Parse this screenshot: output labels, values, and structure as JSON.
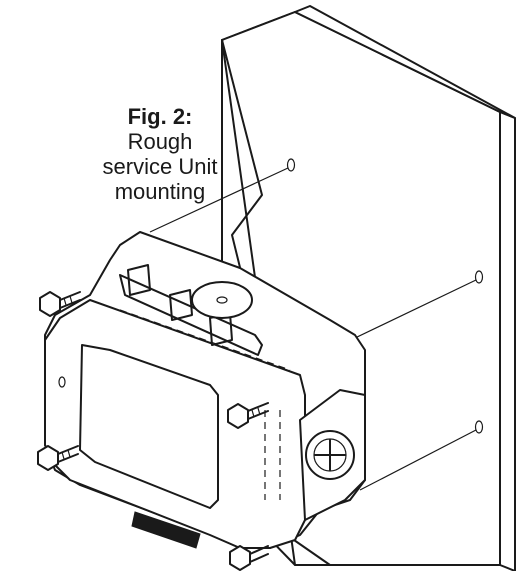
{
  "figure": {
    "caption_number": "Fig. 2:",
    "caption_line1": "Rough",
    "caption_line2": "service Unit",
    "caption_line3": "mounting"
  }
}
